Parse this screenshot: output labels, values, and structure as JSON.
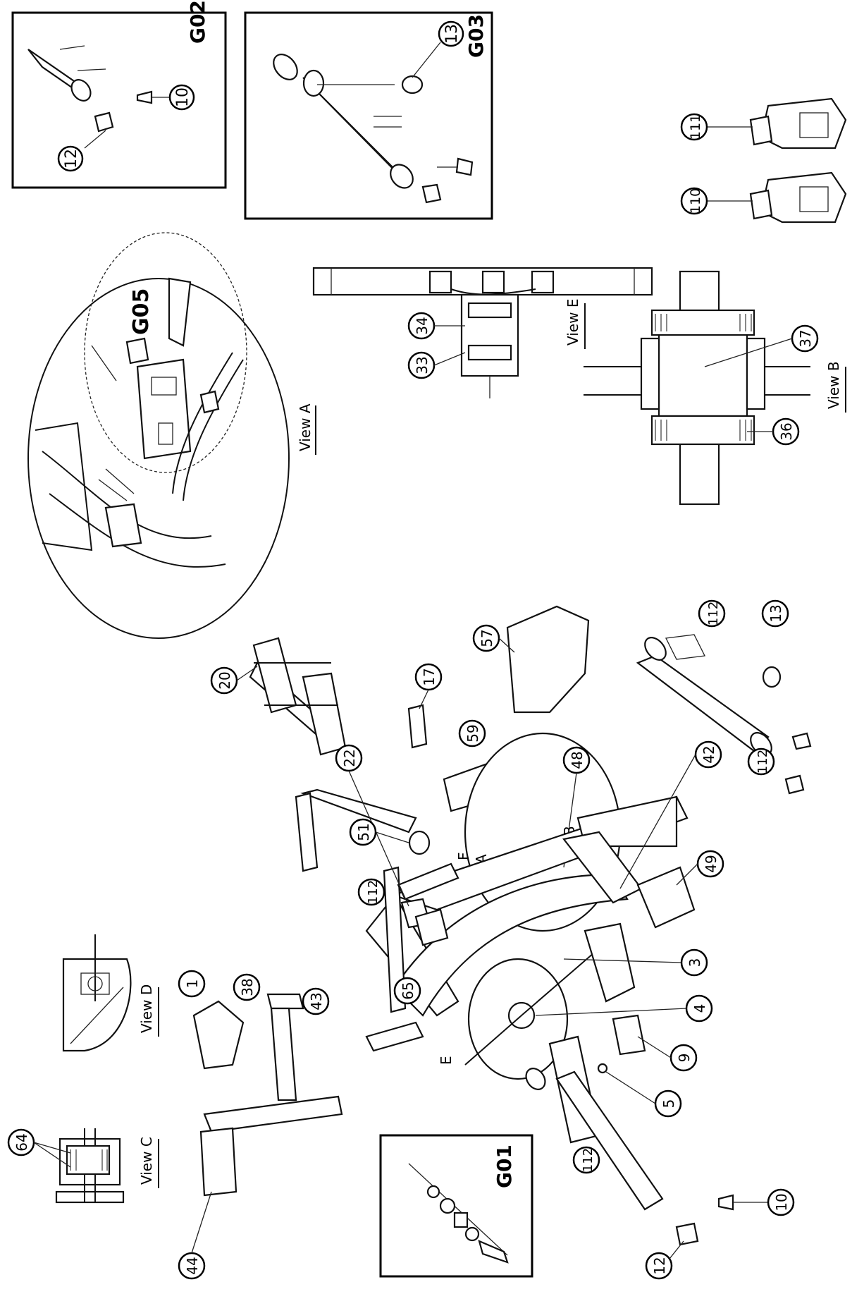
{
  "colors": {
    "line": "#111111",
    "background": "#ffffff"
  },
  "groups": {
    "g01": "G01",
    "g02": "G02",
    "g03": "G03",
    "g05": "G05"
  },
  "views": {
    "a": "View A",
    "b": "View B",
    "c": "View C",
    "d": "View D",
    "e": "View E"
  },
  "section_letters": {
    "b": "B",
    "f": "F",
    "a": "A",
    "e": "E"
  },
  "callouts": {
    "g02_10": "10",
    "g02_12": "12",
    "g03_13": "13",
    "p111": "111",
    "p110": "110",
    "p34": "34",
    "p33": "33",
    "p37": "37",
    "p36": "36",
    "p20": "20",
    "p17": "17",
    "p57": "57",
    "p59": "59",
    "p48": "48",
    "p22": "22",
    "p42": "42",
    "p112a": "112",
    "p13": "13",
    "p112b": "112",
    "p51": "51",
    "p49": "49",
    "p112c": "112",
    "p3": "3",
    "p4": "4",
    "p65": "65",
    "p9": "9",
    "p5": "5",
    "p1": "1",
    "p38": "38",
    "p43": "43",
    "p64": "64",
    "p44": "44",
    "p112d": "112",
    "p10": "10",
    "p12": "12"
  }
}
